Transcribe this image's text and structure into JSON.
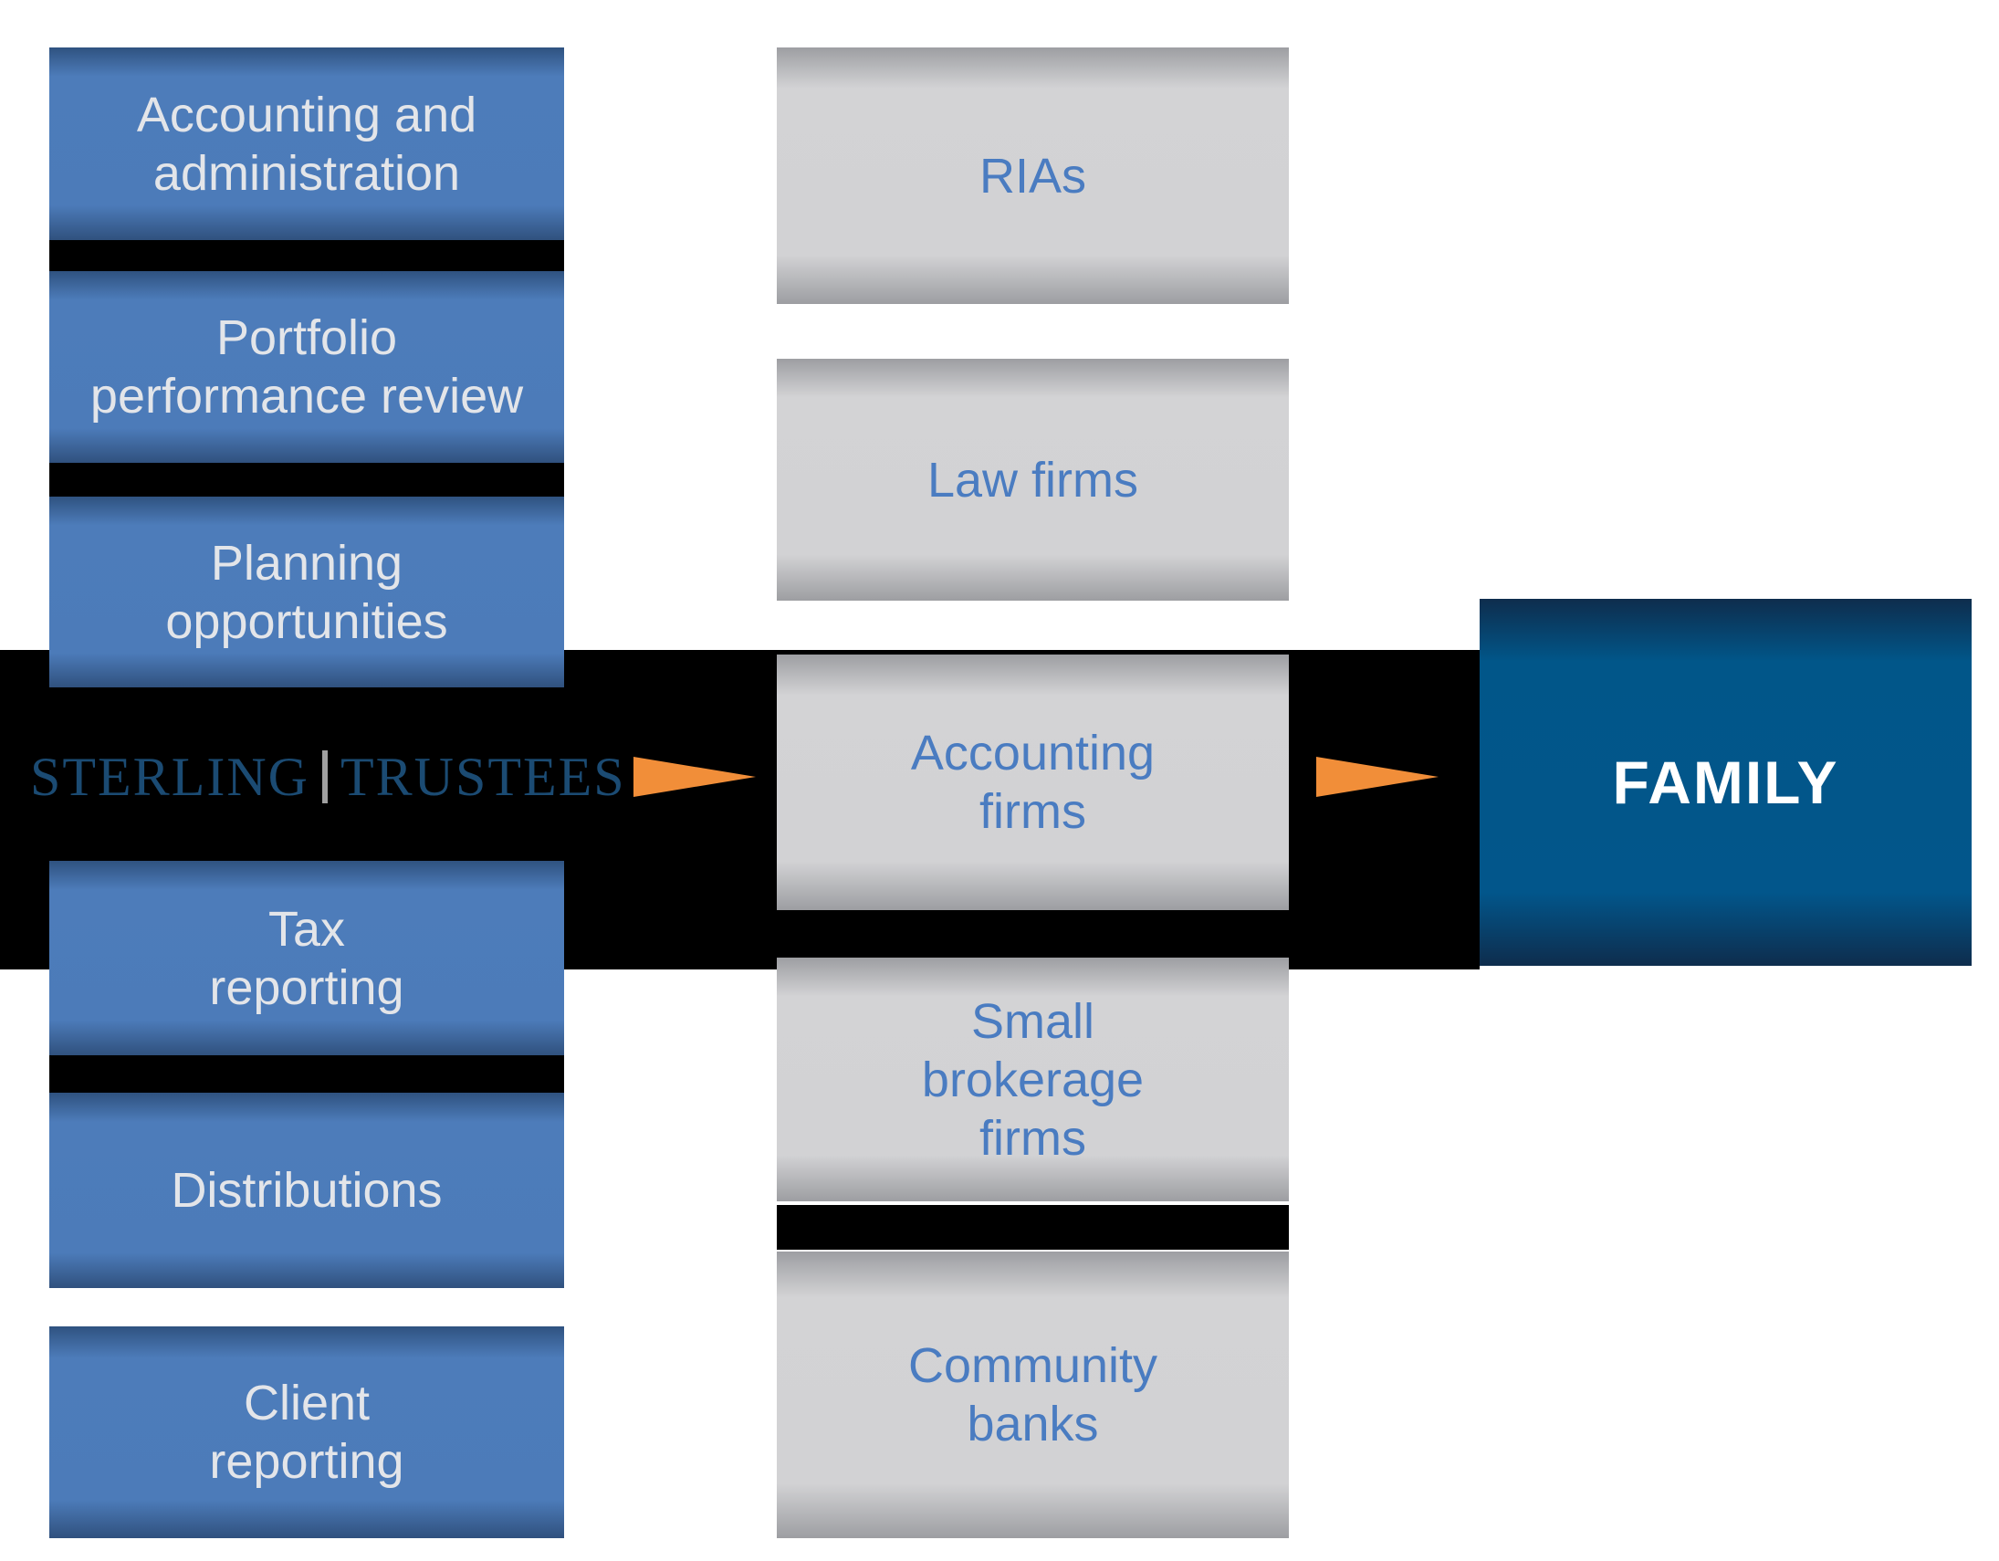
{
  "colors": {
    "left_box_fill": "#4d7cba",
    "left_box_text": "#e3e5e9",
    "middle_box_fill": "#d3d3d5",
    "middle_box_text": "#4a7cc1",
    "family_box_fill": "#02568b",
    "family_box_text": "#ffffff",
    "arrow": "#f18e39",
    "logo_text": "#1b4b73",
    "logo_divider": "#a0a0a0",
    "connector_band": "#000000"
  },
  "left_column": {
    "items": [
      {
        "label": "Accounting and\nadministration"
      },
      {
        "label": "Portfolio\nperformance review"
      },
      {
        "label": "Planning\nopportunities"
      },
      {
        "label": "Tax\nreporting"
      },
      {
        "label": "Distributions"
      },
      {
        "label": "Client\nreporting"
      }
    ]
  },
  "middle_column": {
    "items": [
      {
        "label": "RIAs"
      },
      {
        "label": "Law firms"
      },
      {
        "label": "Accounting\nfirms"
      },
      {
        "label": "Small\nbrokerage\nfirms"
      },
      {
        "label": "Community\nbanks"
      }
    ]
  },
  "logo": {
    "left": "STERLING",
    "right": "TRUSTEES"
  },
  "family": {
    "label": "FAMILY"
  }
}
